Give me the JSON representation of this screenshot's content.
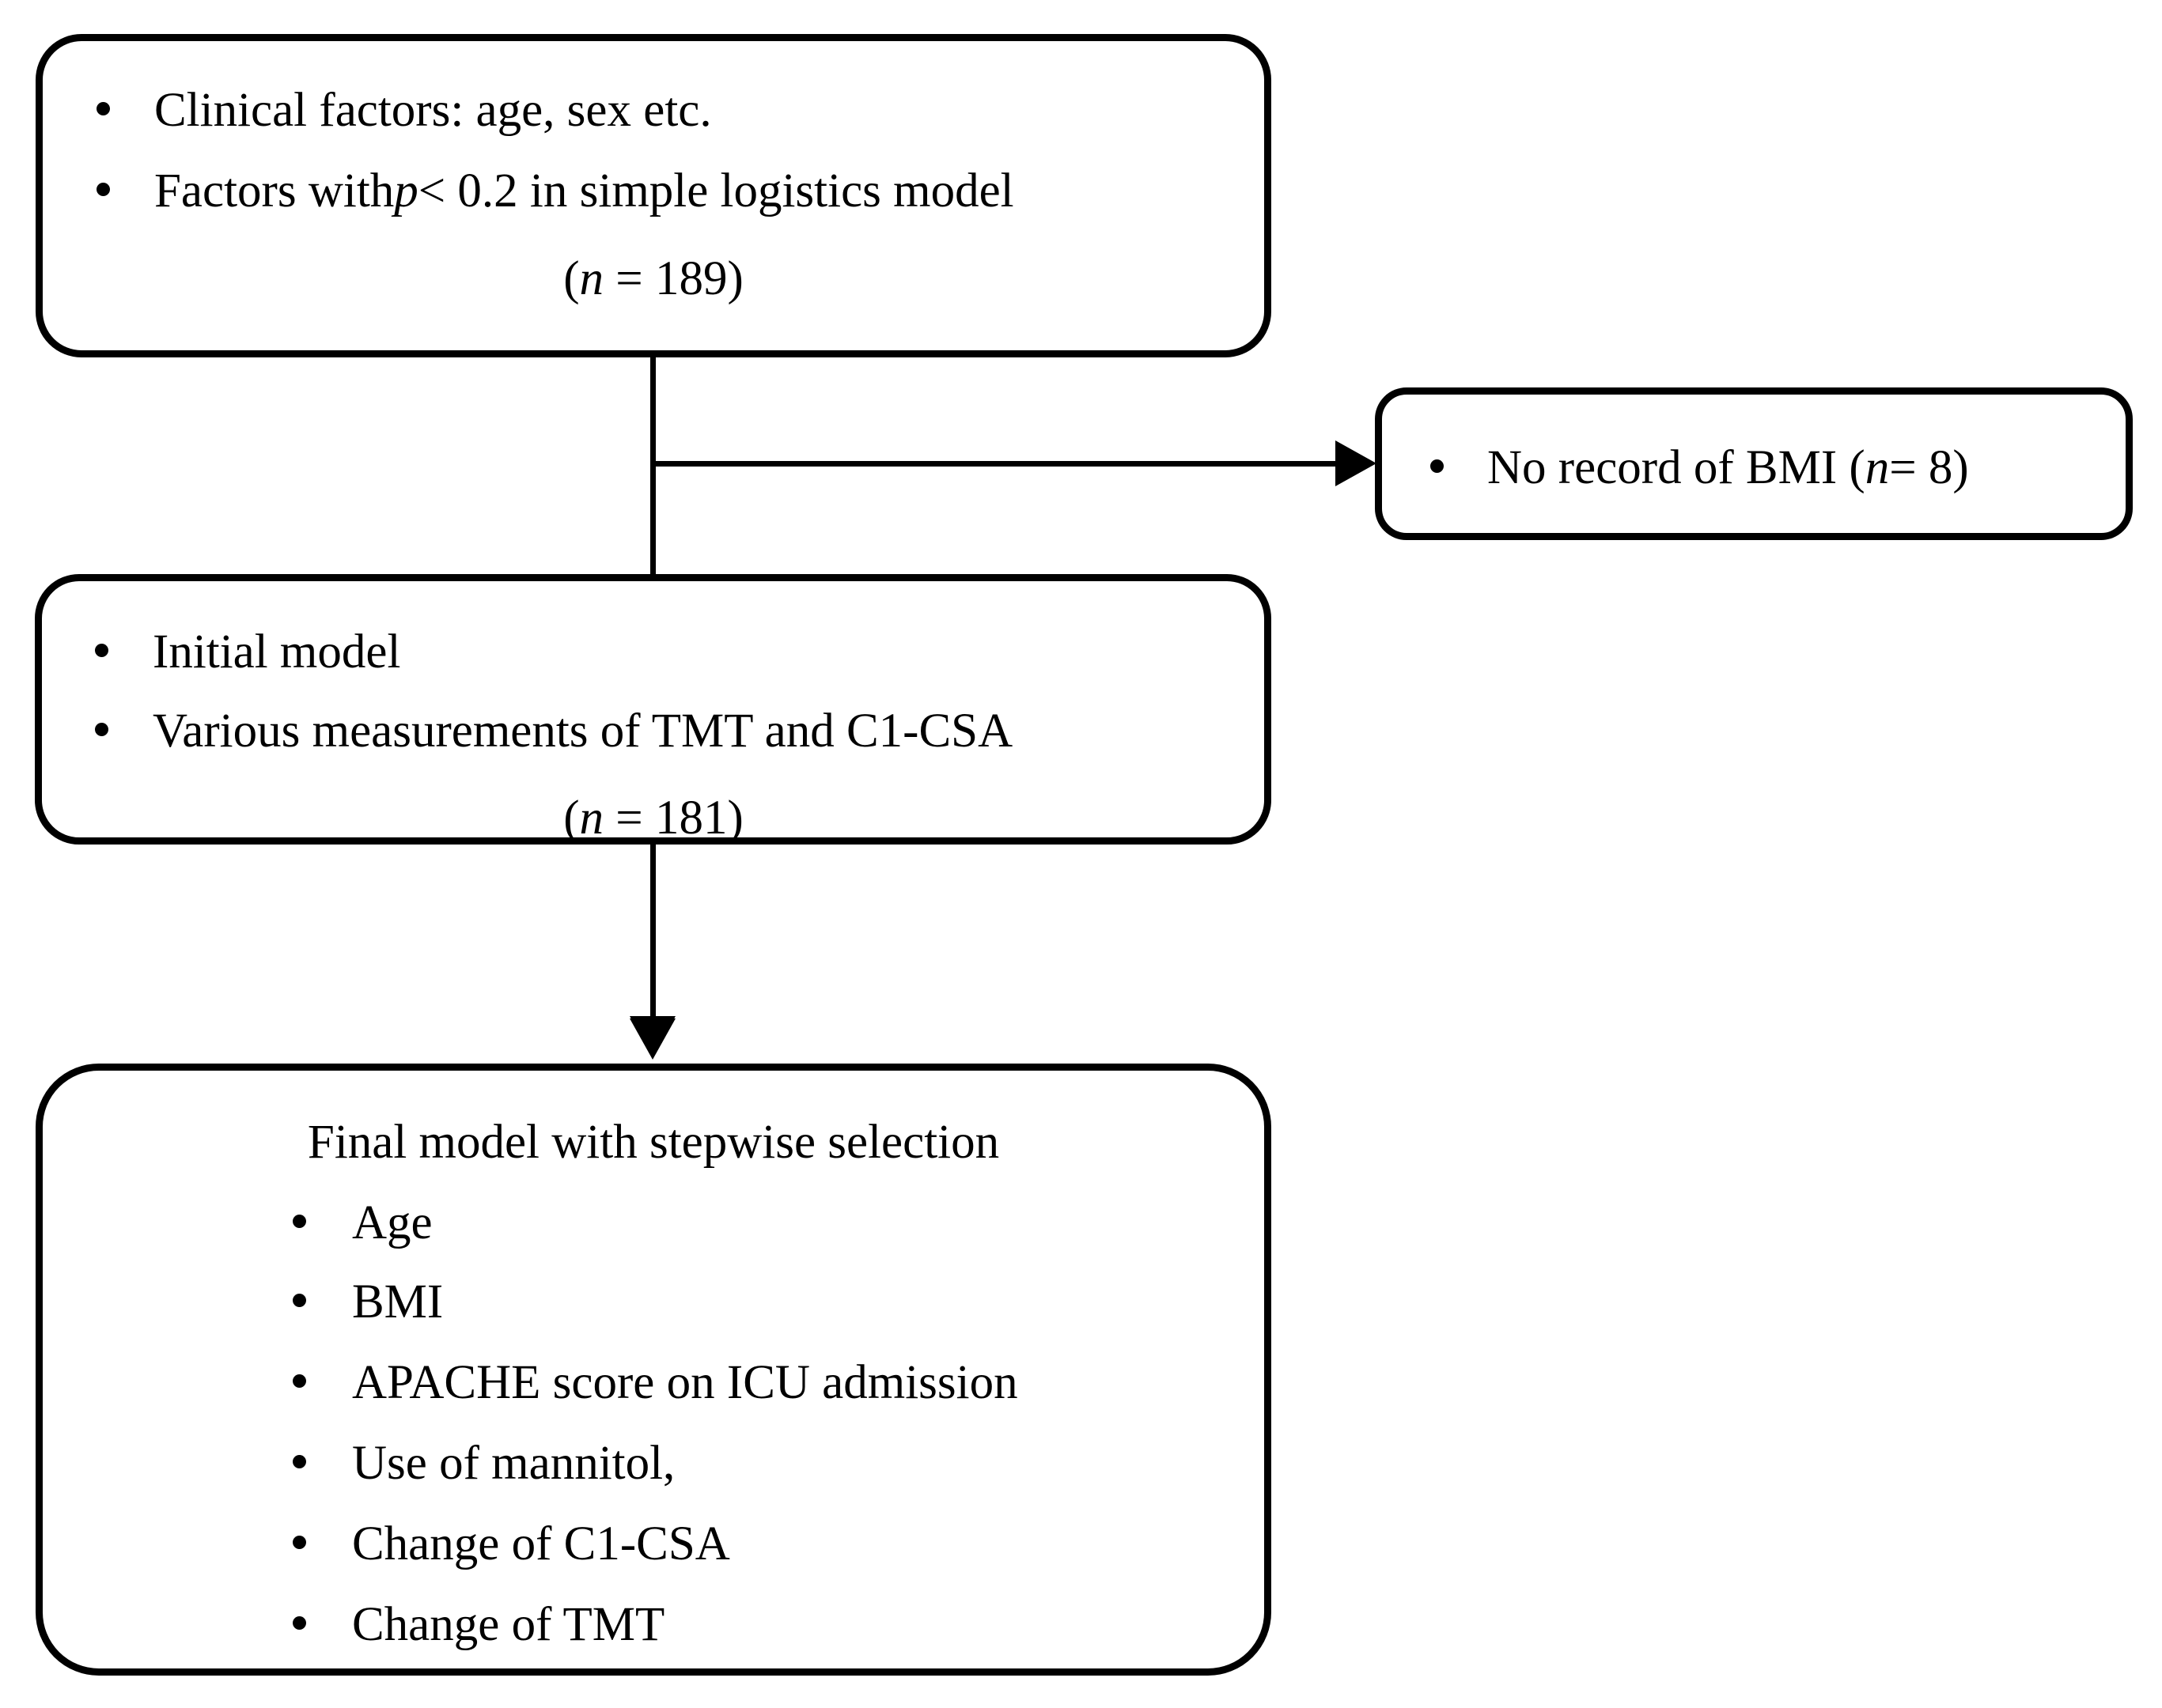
{
  "diagram": {
    "type": "flowchart",
    "title": "Model building flowchart",
    "orientation": "top-to-bottom",
    "colors": {
      "stroke": "#000000",
      "fill": "#ffffff",
      "text": "#000000"
    },
    "nodes": [
      {
        "id": "eligible",
        "shape": "rounded-rectangle",
        "bullets": [
          {
            "pre": "Clinical factors: age, sex etc.",
            "italic": "",
            "post": ""
          },
          {
            "pre": "Factors with ",
            "italic": "p",
            "post": " < 0.2 in simple logistics model"
          }
        ],
        "count_line": {
          "open": "(",
          "italic": "n",
          "rest": " = 189)"
        }
      },
      {
        "id": "excluded-bmi",
        "shape": "rounded-rectangle",
        "bullets": [
          {
            "pre": "No record of BMI  (",
            "italic": "n",
            "post": " = 8)"
          }
        ]
      },
      {
        "id": "initial-model",
        "shape": "rounded-rectangle",
        "bullets": [
          {
            "pre": "Initial model",
            "italic": "",
            "post": ""
          },
          {
            "pre": "Various measurements of TMT and C1-CSA",
            "italic": "",
            "post": ""
          }
        ],
        "count_line": {
          "open": "(",
          "italic": "n",
          "rest": " = 181)"
        }
      },
      {
        "id": "final-model",
        "shape": "rounded-rectangle",
        "heading": "Final model with stepwise selection",
        "bullets": [
          {
            "pre": "Age",
            "italic": "",
            "post": ""
          },
          {
            "pre": "BMI",
            "italic": "",
            "post": ""
          },
          {
            "pre": "APACHE score on ICU admission",
            "italic": "",
            "post": ""
          },
          {
            "pre": "Use of mannitol,",
            "italic": "",
            "post": ""
          },
          {
            "pre": "Change of C1-CSA",
            "italic": "",
            "post": ""
          },
          {
            "pre": "Change of TMT",
            "italic": "",
            "post": ""
          }
        ]
      }
    ],
    "edges": [
      {
        "id": "edge-eligible-to-initial",
        "from": "eligible",
        "to": "initial-model",
        "direction": "down"
      },
      {
        "id": "edge-eligible-to-excluded",
        "from": "eligible",
        "to": "excluded-bmi",
        "direction": "right"
      },
      {
        "id": "edge-initial-to-final",
        "from": "initial-model",
        "to": "final-model",
        "direction": "down"
      }
    ]
  }
}
